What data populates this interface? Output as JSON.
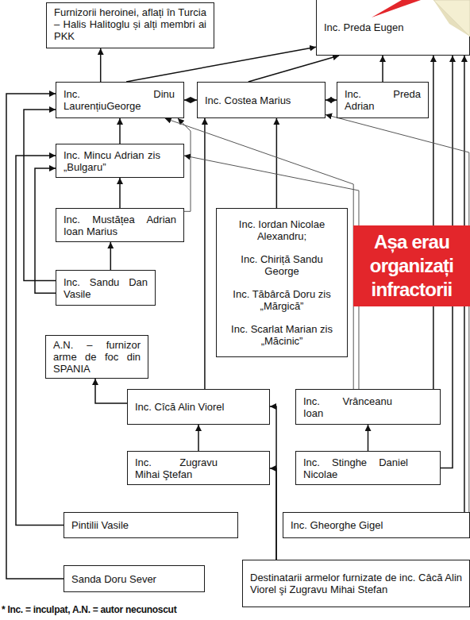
{
  "diagram": {
    "title": "Așa erau organizați infractorii",
    "nodes": [
      {
        "text": [
          "Furnizorii heroinei, aflați în Turcia – Halis Halitoglu și alți membri ai PKK"
        ]
      },
      {
        "text": [
          "Inc. Preda Eugen"
        ]
      },
      {
        "text": [
          "Inc. Dinu LaurențiuGeorge"
        ]
      },
      {
        "text": [
          "Inc. Costea Marius"
        ]
      },
      {
        "text": [
          "Inc. Preda Adrian"
        ]
      },
      {
        "text": [
          "Inc. Mincu Adrian zis „Bulgaru”"
        ]
      },
      {
        "text": [
          "Inc. Mustățea Adrian Ioan Marius"
        ]
      },
      {
        "text": [
          "Inc. Sandu Dan Vasile"
        ]
      },
      {
        "text": [
          "Inc. Iordan Nicolae Alexandru;",
          "Inc. Chiriță Sandu George",
          "Inc. Tăbârcă Doru zis „Mărgică”",
          "Inc. Scarlat Marian zis „Măcinic”"
        ]
      },
      {
        "text": [
          "A.N. – furnizor arme de foc din SPANIA"
        ]
      },
      {
        "text": [
          "Inc. Cîcă Alin Viorel"
        ]
      },
      {
        "text": [
          "Inc. Vrânceanu Ioan"
        ]
      },
      {
        "text": [
          "Inc. Zugravu Mihai Ştefan"
        ]
      },
      {
        "text": [
          "Inc. Stinghe Daniel Nicolae"
        ]
      },
      {
        "text": [
          "Pintilii Vasile"
        ]
      },
      {
        "text": [
          "Inc. Gheorghe Gigel"
        ]
      },
      {
        "text": [
          "Sanda Doru Sever"
        ]
      },
      {
        "text": [
          "Destinatarii armelor furnizate de inc. Câcă Alin Viorel şi Zugravu Mihai Stefan"
        ]
      }
    ],
    "edges": [
      {
        "from": 2,
        "to": 0,
        "arrow": "to"
      },
      {
        "from": 2,
        "to": 1,
        "arrow": "to"
      },
      {
        "from": 3,
        "to": 1,
        "arrow": "to"
      },
      {
        "from": 4,
        "to": 1,
        "arrow": "to"
      },
      {
        "from": 2,
        "to": 3,
        "arrow": "both"
      },
      {
        "from": 3,
        "to": 4,
        "arrow": "both"
      },
      {
        "from": 5,
        "to": 2,
        "arrow": "to"
      },
      {
        "from": 6,
        "to": 5,
        "arrow": "to"
      },
      {
        "from": 7,
        "to": 6,
        "arrow": "to"
      },
      {
        "from": 7,
        "to": 2,
        "arrow": "to"
      },
      {
        "from": 7,
        "to": 5,
        "arrow": "to"
      },
      {
        "from": 14,
        "to": 5,
        "arrow": "to"
      },
      {
        "from": 16,
        "to": 2,
        "arrow": "to"
      },
      {
        "from": 6,
        "to": 2,
        "arrow": "to"
      },
      {
        "from": 8,
        "to": 3,
        "arrow": "to"
      },
      {
        "from": 10,
        "to": 3,
        "arrow": "to"
      },
      {
        "from": 11,
        "to": 1,
        "arrow": "to"
      },
      {
        "from": 13,
        "to": 11,
        "arrow": "to"
      },
      {
        "from": 13,
        "to": 1,
        "arrow": "to"
      },
      {
        "from": 15,
        "to": 1,
        "arrow": "to"
      },
      {
        "from": 15,
        "to": 3,
        "arrow": "to"
      },
      {
        "from": 11,
        "to": 5,
        "arrow": "to"
      },
      {
        "from": 11,
        "to": 2,
        "arrow": "to"
      },
      {
        "from": 12,
        "to": 10,
        "arrow": "to"
      },
      {
        "from": 10,
        "to": 9,
        "arrow": "to"
      },
      {
        "from": 17,
        "to": 10,
        "arrow": "to"
      },
      {
        "from": 17,
        "to": 12,
        "arrow": "to"
      }
    ],
    "labels": [
      "* Inc. = inculpat, A.N. = autor necunoscut"
    ]
  }
}
